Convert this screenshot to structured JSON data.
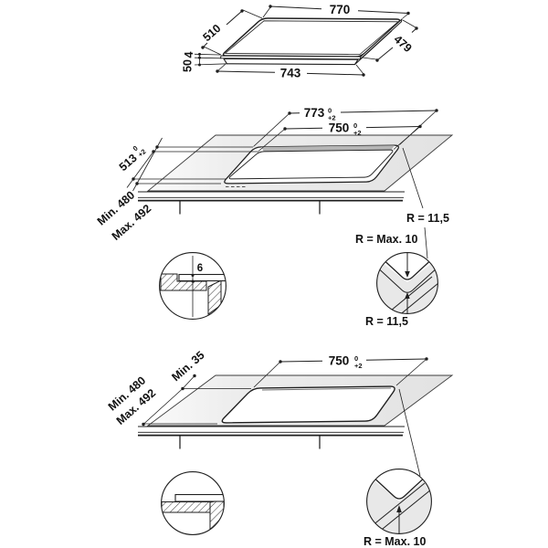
{
  "colors": {
    "line": "#1f1f1f",
    "counter_fill": "#e8e8e8",
    "rebate_shadow": "#b5b5b5",
    "background": "#ffffff"
  },
  "product_view": {
    "dim_width_top": "770",
    "dim_depth_left": "510",
    "dim_glass_height": "4",
    "dim_body_height": "50",
    "dim_width_bottom": "743",
    "dim_depth_right": "479"
  },
  "flush_install": {
    "dim_recess_width": "773",
    "dim_recess_width_tol_upper": "0",
    "dim_recess_width_tol_lower": "+2",
    "dim_cutout_width": "750",
    "dim_cutout_width_tol_upper": "0",
    "dim_cutout_width_tol_lower": "+2",
    "dim_recess_depth": "513",
    "dim_recess_depth_tol_upper": "0",
    "dim_recess_depth_tol_lower": "+2",
    "dim_depth_min": "Min. 480",
    "dim_depth_max": "Max. 492",
    "label_corner_radius": "R = 11,5",
    "detail_section": {
      "dim_step_depth": "6"
    },
    "detail_corner": {
      "label_radius_top": "R = Max. 10",
      "label_radius_bottom": "R = 11,5"
    }
  },
  "surface_install": {
    "dim_cutout_width": "750",
    "dim_cutout_width_tol_upper": "0",
    "dim_cutout_width_tol_lower": "+2",
    "dim_rear_clearance": "Min. 35",
    "dim_depth_min": "Min. 480",
    "dim_depth_max": "Max. 492",
    "detail_corner": {
      "label_radius": "R = Max. 10"
    }
  }
}
